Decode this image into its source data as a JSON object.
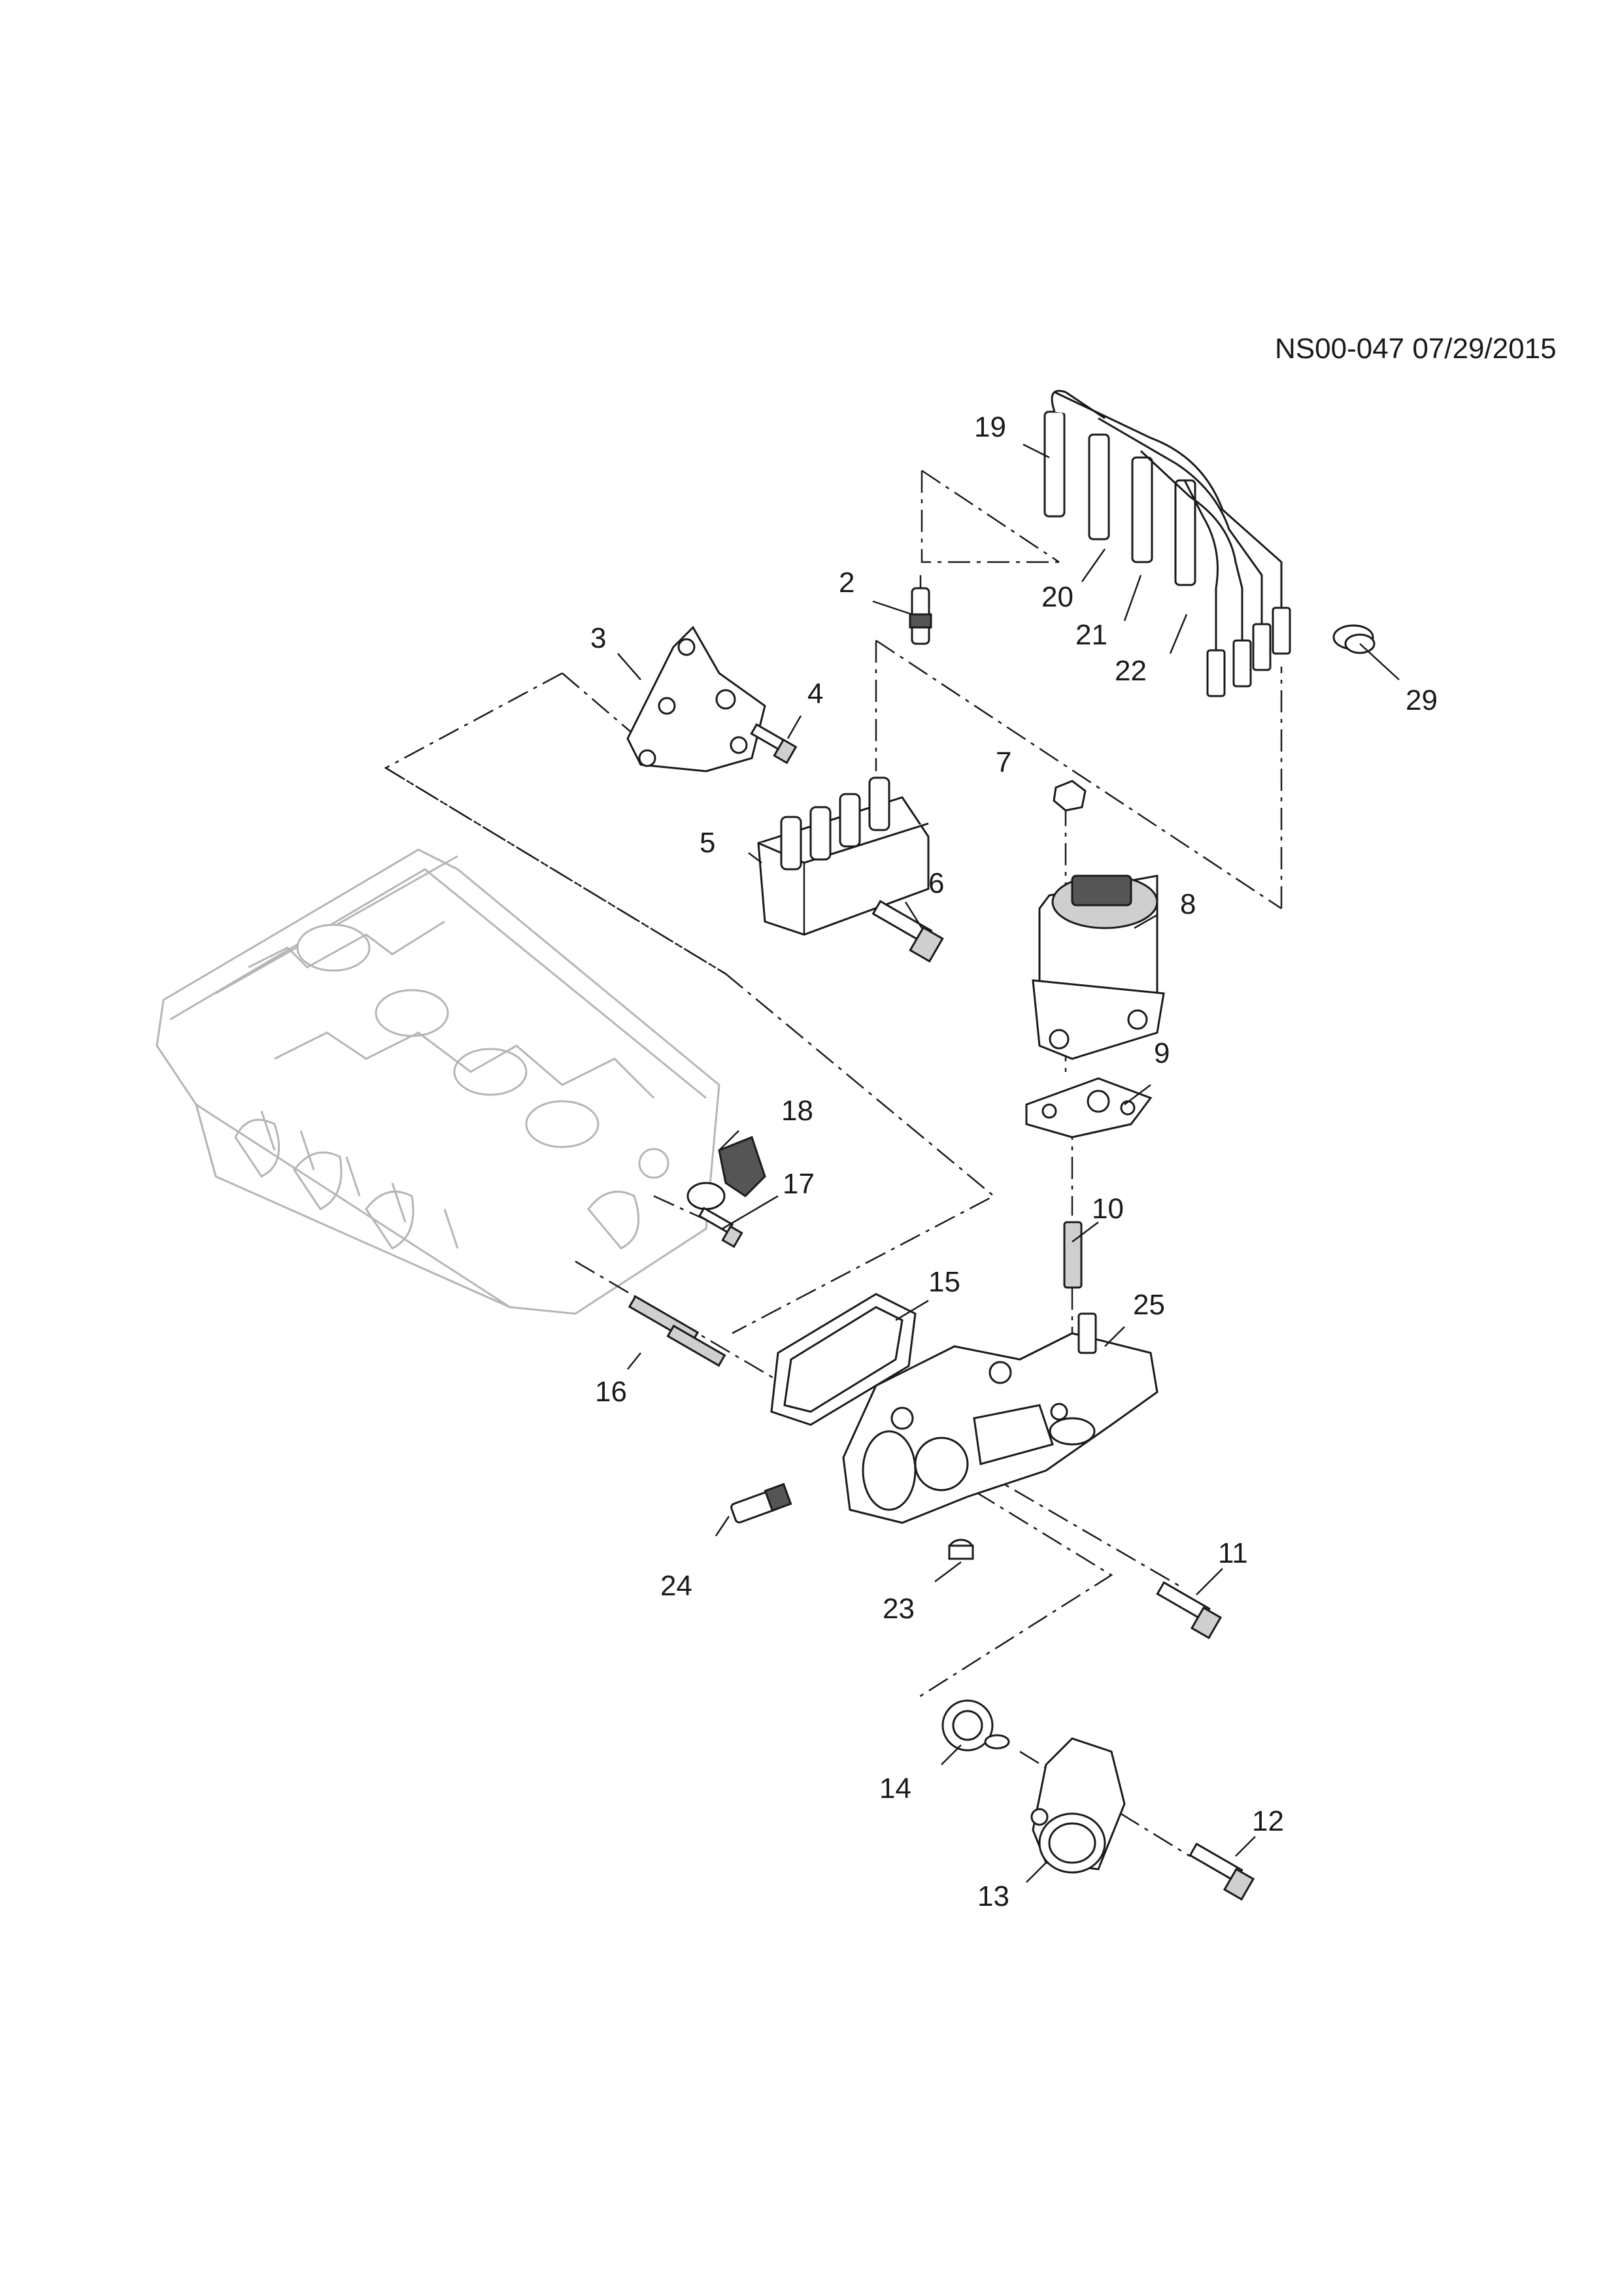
{
  "diagram": {
    "reference_code": "NS00-047 07/29/2015",
    "callouts": [
      {
        "id": "19",
        "label": "19"
      },
      {
        "id": "2",
        "label": "2"
      },
      {
        "id": "20",
        "label": "20"
      },
      {
        "id": "21",
        "label": "21"
      },
      {
        "id": "22",
        "label": "22"
      },
      {
        "id": "3",
        "label": "3"
      },
      {
        "id": "4",
        "label": "4"
      },
      {
        "id": "29",
        "label": "29"
      },
      {
        "id": "7",
        "label": "7"
      },
      {
        "id": "5",
        "label": "5"
      },
      {
        "id": "6",
        "label": "6"
      },
      {
        "id": "8",
        "label": "8"
      },
      {
        "id": "9",
        "label": "9"
      },
      {
        "id": "18",
        "label": "18"
      },
      {
        "id": "17",
        "label": "17"
      },
      {
        "id": "10",
        "label": "10"
      },
      {
        "id": "15",
        "label": "15"
      },
      {
        "id": "25",
        "label": "25"
      },
      {
        "id": "16",
        "label": "16"
      },
      {
        "id": "11",
        "label": "11"
      },
      {
        "id": "24",
        "label": "24"
      },
      {
        "id": "23",
        "label": "23"
      },
      {
        "id": "14",
        "label": "14"
      },
      {
        "id": "12",
        "label": "12"
      },
      {
        "id": "13",
        "label": "13"
      }
    ]
  }
}
